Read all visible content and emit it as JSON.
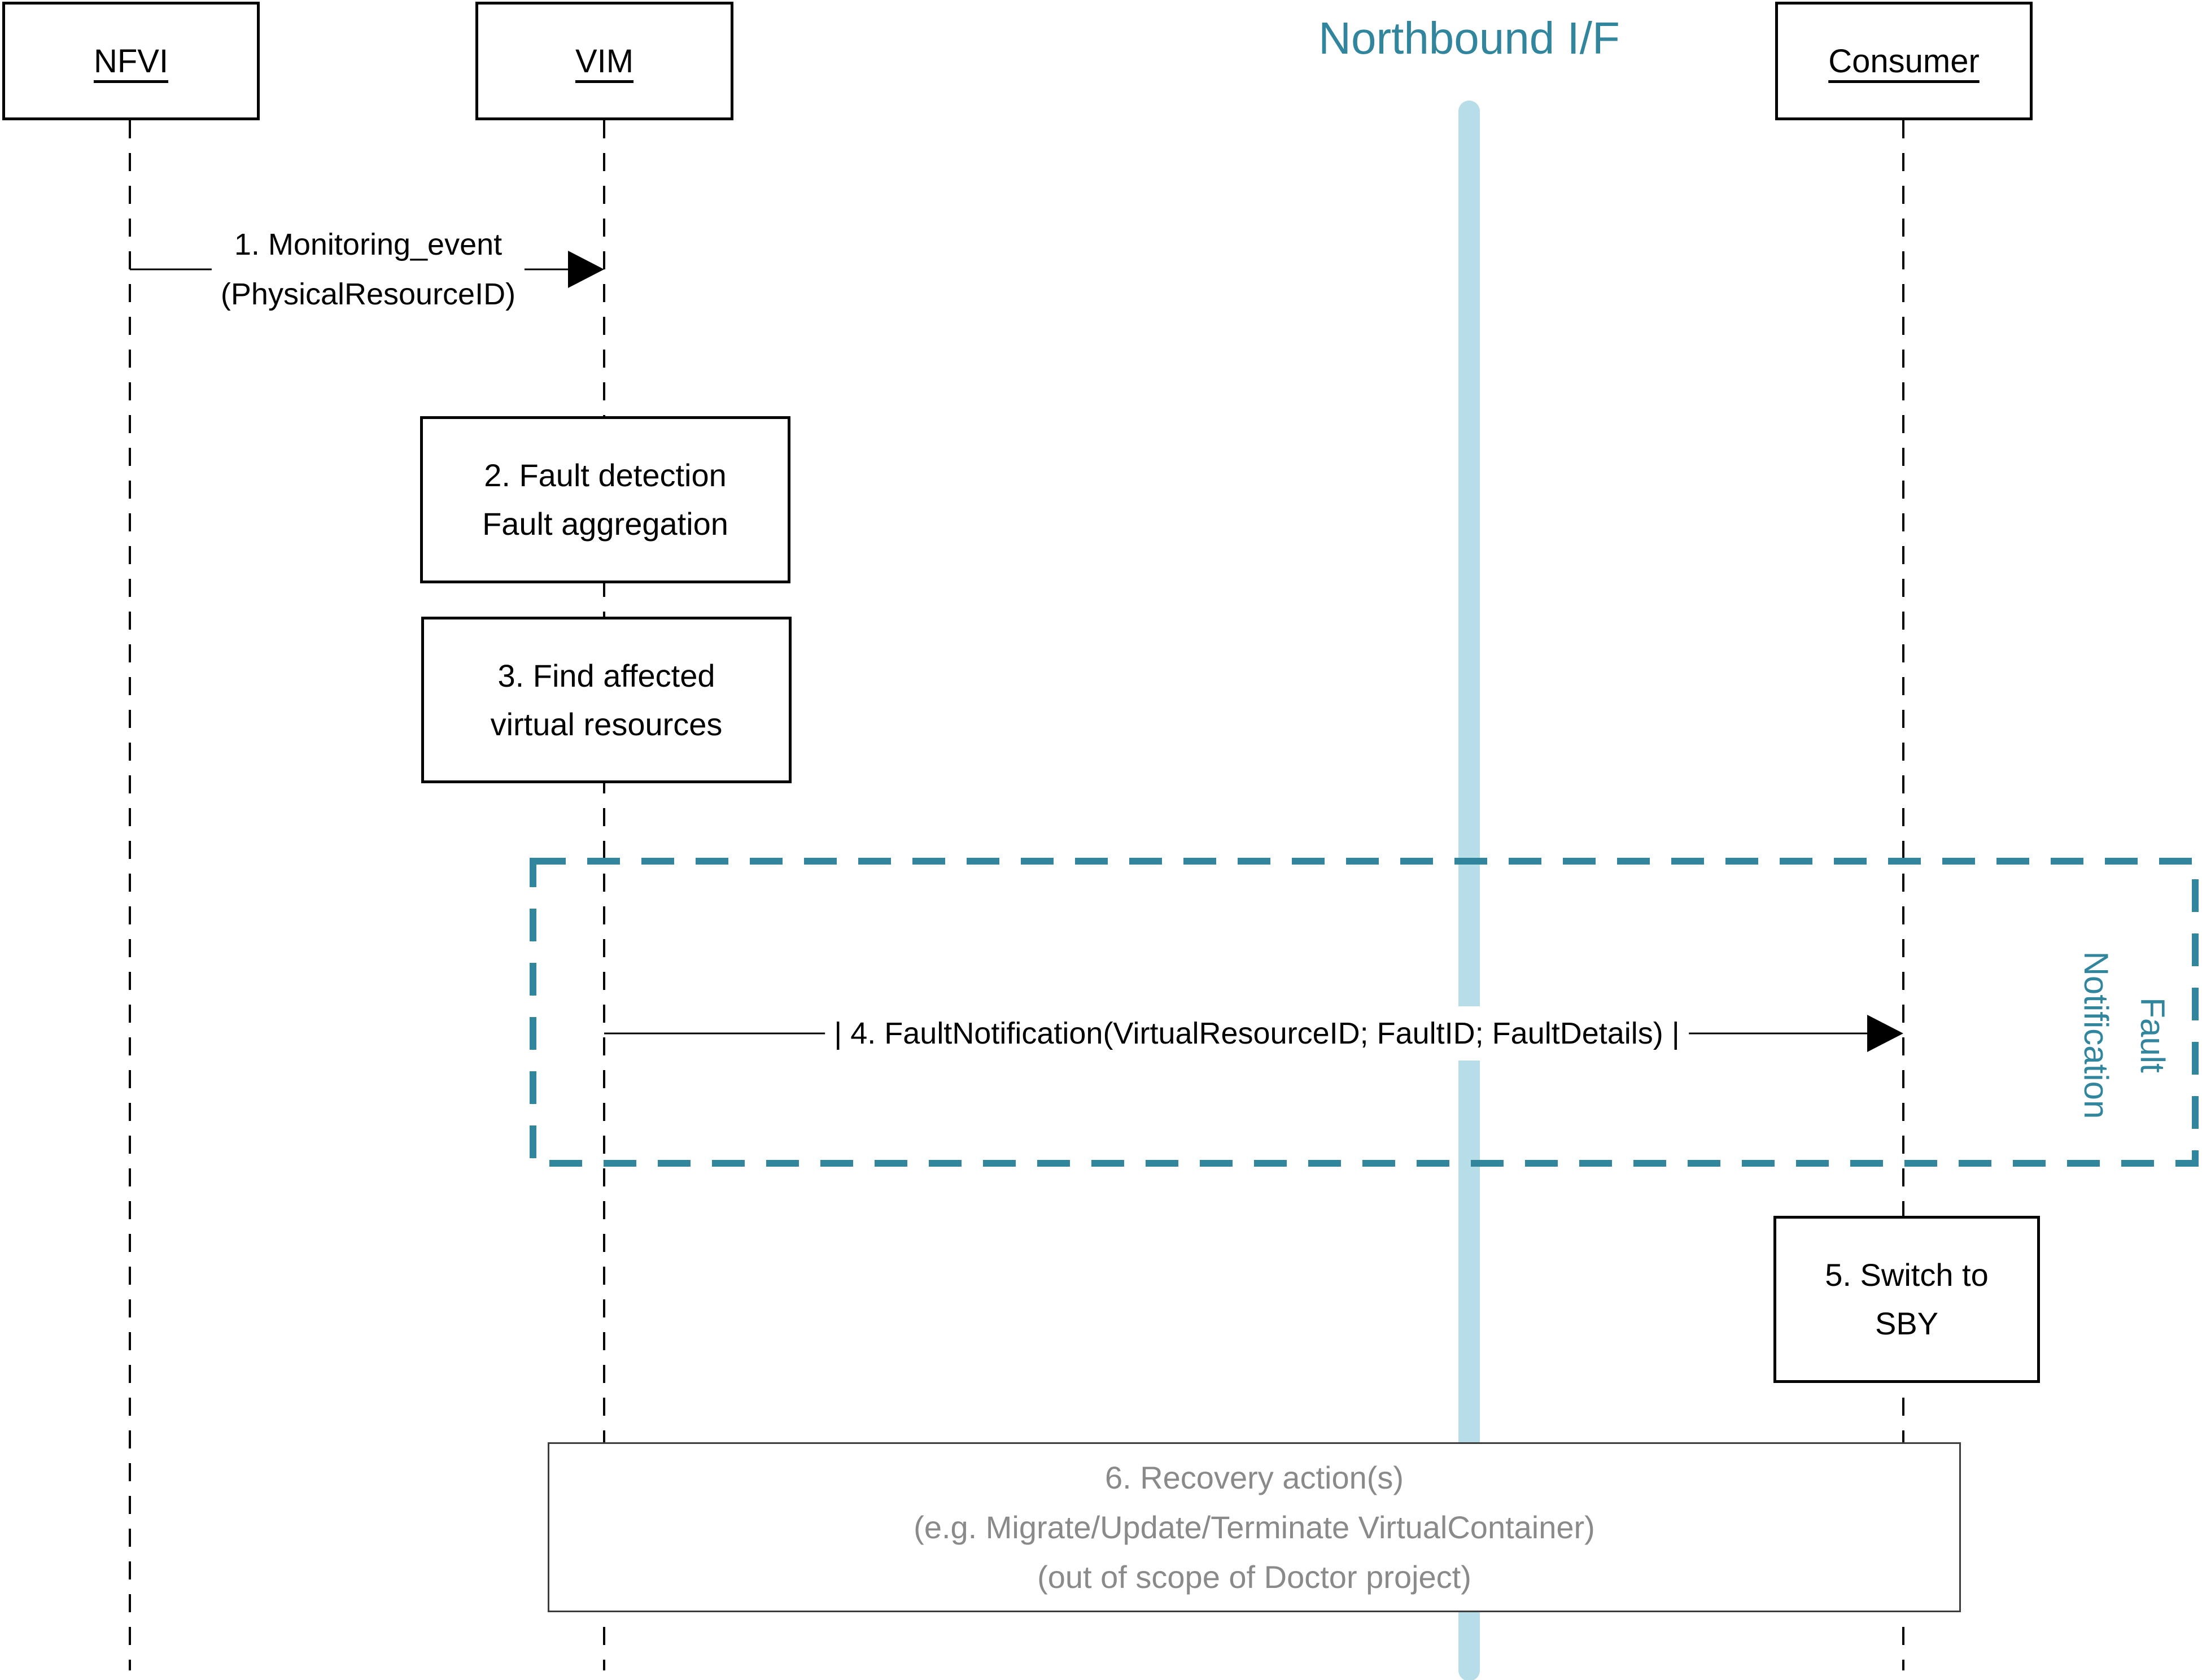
{
  "title": "Northbound I/F",
  "actors": [
    {
      "label": "NFVI"
    },
    {
      "label": "VIM"
    },
    {
      "label": "Consumer"
    }
  ],
  "messages": {
    "m1": {
      "line1": "1. Monitoring_event",
      "line2": "(PhysicalResourceID)"
    },
    "m4": {
      "label": "| 4. FaultNotification(VirtualResourceID; FaultID; FaultDetails) |"
    }
  },
  "activities": {
    "a2": {
      "line1": "2. Fault detection",
      "line2": "Fault aggregation"
    },
    "a3": {
      "line1": "3. Find affected",
      "line2": "virtual resources"
    },
    "a5": {
      "line1": "5. Switch to",
      "line2": "SBY"
    },
    "a6": {
      "line1": "6. Recovery action(s)",
      "line2": "(e.g. Migrate/Update/Terminate VirtualContainer)",
      "line3": "(out of scope of Doctor project)"
    }
  },
  "group": {
    "line1": "Fault",
    "line2": "Notification"
  },
  "colors": {
    "teal": "#31859C",
    "light_blue": "#B7DDE8",
    "gray_text": "#8A8A8A",
    "recovery_border": "#3D3D3D",
    "black": "#000000"
  }
}
